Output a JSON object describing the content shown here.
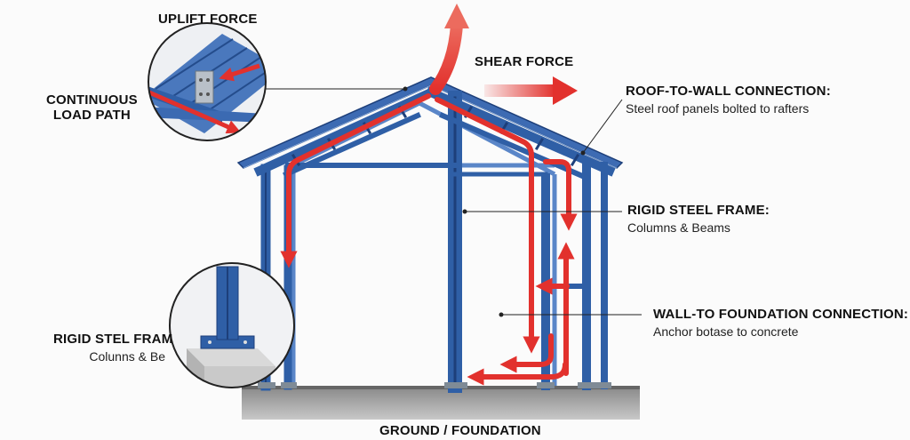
{
  "labels": {
    "uplift": "UPLIFT FORCE",
    "shear": "SHEAR FORCE",
    "continuous": [
      "CONTINUOUS",
      "LOAD PATH"
    ],
    "roof_to_wall": {
      "title": "ROOF-TO-WALL CONNECTION:",
      "desc": "Steel roof panels bolted to rafters"
    },
    "rigid_frame": {
      "title": "RIGID STEEL FRAME:",
      "desc": "Columns & Beams"
    },
    "wall_to_foundation": {
      "title": "WALL-TO FOUNDATION CONNECTION:",
      "desc": "Anchor botase to concrete"
    },
    "rigid_stel_fram": {
      "title": "RIGID STEL FRAM",
      "desc": "Colunns & Be"
    },
    "ground": "GROUND / FOUNDATION"
  },
  "colors": {
    "steel": "#2f5fa6",
    "steel_dark": "#1d3f7a",
    "steel_light": "#5a86c8",
    "force_arrow": "#e2312d",
    "ground": "#7e7e7e",
    "concrete": "#c9c9c9"
  }
}
